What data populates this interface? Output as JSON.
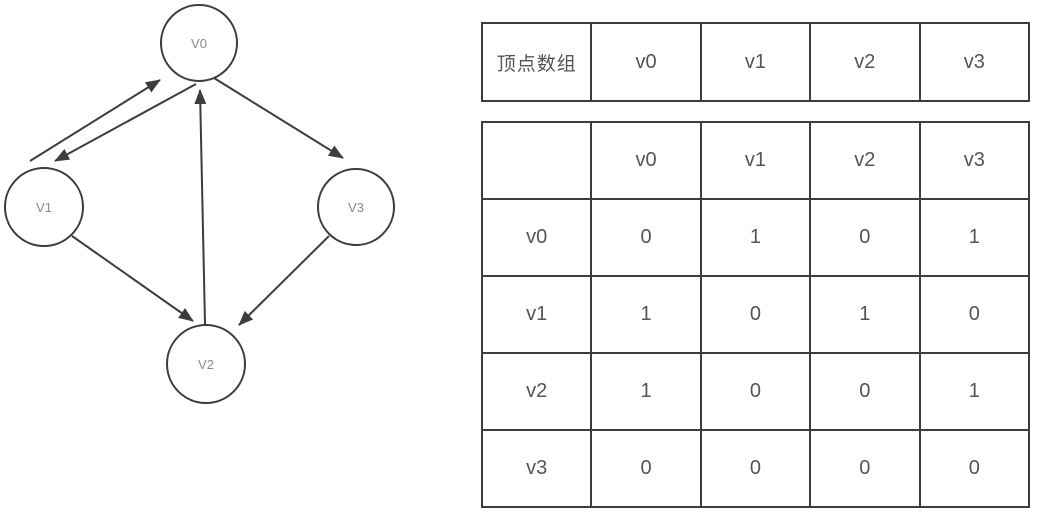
{
  "graph": {
    "nodes": [
      {
        "id": "v0",
        "label": "V0"
      },
      {
        "id": "v1",
        "label": "V1"
      },
      {
        "id": "v2",
        "label": "V2"
      },
      {
        "id": "v3",
        "label": "V3"
      }
    ],
    "edges": [
      {
        "from": "v1",
        "to": "v0"
      },
      {
        "from": "v0",
        "to": "v1"
      },
      {
        "from": "v2",
        "to": "v0"
      },
      {
        "from": "v0",
        "to": "v3"
      },
      {
        "from": "v1",
        "to": "v2"
      },
      {
        "from": "v3",
        "to": "v2"
      }
    ]
  },
  "vertex_array_table": {
    "row_header": "顶点数组",
    "cells": [
      "v0",
      "v1",
      "v2",
      "v3"
    ]
  },
  "adjacency_matrix": {
    "corner": "",
    "column_headers": [
      "v0",
      "v1",
      "v2",
      "v3"
    ],
    "rows": [
      {
        "label": "v0",
        "values": [
          "0",
          "1",
          "0",
          "1"
        ]
      },
      {
        "label": "v1",
        "values": [
          "1",
          "0",
          "1",
          "0"
        ]
      },
      {
        "label": "v2",
        "values": [
          "1",
          "0",
          "0",
          "1"
        ]
      },
      {
        "label": "v3",
        "values": [
          "0",
          "0",
          "0",
          "0"
        ]
      }
    ]
  },
  "colors": {
    "line": "#3d3d3d",
    "border": "#3d3d3d",
    "table_text": "#555555",
    "node_label": "#8a8a8a",
    "background": "#ffffff"
  }
}
